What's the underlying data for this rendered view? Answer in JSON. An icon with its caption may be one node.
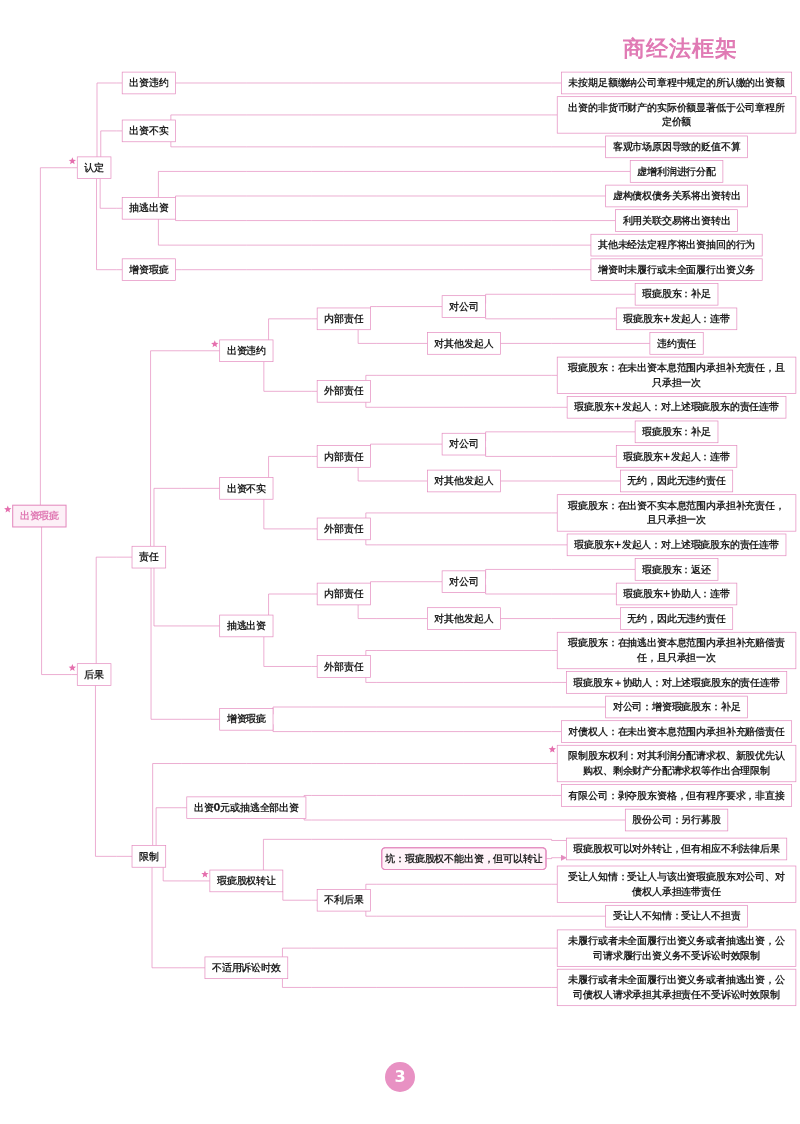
{
  "diagram": {
    "nodes": [
      {
        "text": [
          "出资瑕疵"
        ]
      },
      {
        "text": [
          "认定"
        ]
      },
      {
        "text": [
          "出资违约"
        ]
      },
      {
        "text": [
          "未按期足额缴纳公司章程中规定的所认缴的出资额"
        ]
      },
      {
        "text": [
          "出资不实"
        ]
      },
      {
        "text": [
          "出资的非货币财产的实际价额显著低于公司章程所定价额"
        ]
      },
      {
        "text": [
          "客观市场原因导致的贬值不算"
        ]
      },
      {
        "text": [
          "抽逃出资"
        ]
      },
      {
        "text": [
          "虚增利润进行分配"
        ]
      },
      {
        "text": [
          "虚构债权债务关系将出资转出"
        ]
      },
      {
        "text": [
          "利用关联交易将出资转出"
        ]
      },
      {
        "text": [
          "其他未经法定程序将出资抽回的行为"
        ]
      },
      {
        "text": [
          "增资瑕疵"
        ]
      },
      {
        "text": [
          "增资时未履行或未全面履行出资义务"
        ]
      },
      {
        "text": [
          "后果"
        ]
      },
      {
        "text": [
          "责任"
        ]
      },
      {
        "text": [
          "出资违约"
        ]
      },
      {
        "text": [
          "内部责任"
        ]
      },
      {
        "text": [
          "对公司"
        ]
      },
      {
        "text": [
          "瑕疵股东：补足"
        ]
      },
      {
        "text": [
          "瑕疵股东+发起人：连带"
        ]
      },
      {
        "text": [
          "对其他发起人"
        ]
      },
      {
        "text": [
          "违约责任"
        ]
      },
      {
        "text": [
          "外部责任"
        ]
      },
      {
        "text": [
          "瑕疵股东：在未出资本息范围内承担补充责任，且只承担一次"
        ]
      },
      {
        "text": [
          "瑕疵股东+发起人：对上述瑕疵股东的责任连带"
        ]
      },
      {
        "text": [
          "出资不实"
        ]
      },
      {
        "text": [
          "内部责任"
        ]
      },
      {
        "text": [
          "对公司"
        ]
      },
      {
        "text": [
          "瑕疵股东：补足"
        ]
      },
      {
        "text": [
          "瑕疵股东+发起人：连带"
        ]
      },
      {
        "text": [
          "对其他发起人"
        ]
      },
      {
        "text": [
          "无约，因此无违约责任"
        ]
      },
      {
        "text": [
          "外部责任"
        ]
      },
      {
        "text": [
          "瑕疵股东：在出资不实本息范围内承担补充责任，且只承担一次"
        ]
      },
      {
        "text": [
          "瑕疵股东+发起人：对上述瑕疵股东的责任连带"
        ]
      },
      {
        "text": [
          "抽逃出资"
        ]
      },
      {
        "text": [
          "内部责任"
        ]
      },
      {
        "text": [
          "对公司"
        ]
      },
      {
        "text": [
          "瑕疵股东：返还"
        ]
      },
      {
        "text": [
          "瑕疵股东+协助人：连带"
        ]
      },
      {
        "text": [
          "对其他发起人"
        ]
      },
      {
        "text": [
          "无约，因此无违约责任"
        ]
      },
      {
        "text": [
          "外部责任"
        ]
      },
      {
        "text": [
          "瑕疵股东：在抽逃出资本息范围内承担补充赔偿责任，且只承担一次"
        ]
      },
      {
        "text": [
          "瑕疵股东＋协助人：对上述瑕疵股东的责任连带"
        ]
      },
      {
        "text": [
          "增资瑕疵"
        ]
      },
      {
        "text": [
          "对公司：增资瑕疵股东：补足"
        ]
      },
      {
        "text": [
          "对债权人：在未出资本息范围内承担补充赔偿责任"
        ]
      },
      {
        "text": [
          "限制"
        ]
      },
      {
        "text": [
          "限制股东权利：对其利润分配请求权、新股优先认购权、剩余财产分配请求权等作出合理限制"
        ]
      },
      {
        "text": [
          "出资0元或抽逃全部出资"
        ]
      },
      {
        "text": [
          "有限公司：剥夺股东资格，但有程序要求，非直接"
        ]
      },
      {
        "text": [
          "股份公司：另行募股"
        ]
      },
      {
        "text": [
          "坑：瑕疵股权不能出资，但可以转让"
        ]
      },
      {
        "text": [
          "瑕疵股权转让"
        ]
      },
      {
        "text": [
          "瑕疵股权可以对外转让，但有相应不利法律后果"
        ]
      },
      {
        "text": [
          "不利后果"
        ]
      },
      {
        "text": [
          "受让人知情：受让人与该出资瑕疵股东对公司、对债权人承担连带责任"
        ]
      },
      {
        "text": [
          "受让人不知情：受让人不担责"
        ]
      },
      {
        "text": [
          "不适用诉讼时效"
        ]
      },
      {
        "text": [
          "未履行或者未全面履行出资义务或者抽逃出资，公司请求履行出资义务不受诉讼时效限制"
        ]
      },
      {
        "text": [
          "未履行或者未全面履行出资义务或者抽逃出资，公司债权人请求承担其承担责任不受诉讼时效限制"
        ]
      }
    ],
    "edges": [
      {
        "from": 0,
        "to": 1,
        "arrow": "none"
      },
      {
        "from": 1,
        "to": 2,
        "arrow": "none"
      },
      {
        "from": 2,
        "to": 3,
        "arrow": "none"
      },
      {
        "from": 1,
        "to": 4,
        "arrow": "none"
      },
      {
        "from": 4,
        "to": 5,
        "arrow": "none"
      },
      {
        "from": 4,
        "to": 6,
        "arrow": "none"
      },
      {
        "from": 1,
        "to": 7,
        "arrow": "none"
      },
      {
        "from": 7,
        "to": 8,
        "arrow": "none"
      },
      {
        "from": 7,
        "to": 9,
        "arrow": "none"
      },
      {
        "from": 7,
        "to": 10,
        "arrow": "none"
      },
      {
        "from": 7,
        "to": 11,
        "arrow": "none"
      },
      {
        "from": 1,
        "to": 12,
        "arrow": "none"
      },
      {
        "from": 12,
        "to": 13,
        "arrow": "none"
      },
      {
        "from": 0,
        "to": 14,
        "arrow": "none"
      },
      {
        "from": 14,
        "to": 15,
        "arrow": "none"
      },
      {
        "from": 15,
        "to": 16,
        "arrow": "none"
      },
      {
        "from": 16,
        "to": 17,
        "arrow": "none"
      },
      {
        "from": 17,
        "to": 18,
        "arrow": "none"
      },
      {
        "from": 18,
        "to": 19,
        "arrow": "none"
      },
      {
        "from": 18,
        "to": 20,
        "arrow": "none"
      },
      {
        "from": 17,
        "to": 21,
        "arrow": "none"
      },
      {
        "from": 21,
        "to": 22,
        "arrow": "none"
      },
      {
        "from": 16,
        "to": 23,
        "arrow": "none"
      },
      {
        "from": 23,
        "to": 24,
        "arrow": "none"
      },
      {
        "from": 23,
        "to": 25,
        "arrow": "none"
      },
      {
        "from": 15,
        "to": 26,
        "arrow": "none"
      },
      {
        "from": 26,
        "to": 27,
        "arrow": "none"
      },
      {
        "from": 27,
        "to": 28,
        "arrow": "none"
      },
      {
        "from": 28,
        "to": 29,
        "arrow": "none"
      },
      {
        "from": 28,
        "to": 30,
        "arrow": "none"
      },
      {
        "from": 27,
        "to": 31,
        "arrow": "none"
      },
      {
        "from": 31,
        "to": 32,
        "arrow": "none"
      },
      {
        "from": 26,
        "to": 33,
        "arrow": "none"
      },
      {
        "from": 33,
        "to": 34,
        "arrow": "none"
      },
      {
        "from": 33,
        "to": 35,
        "arrow": "none"
      },
      {
        "from": 15,
        "to": 36,
        "arrow": "none"
      },
      {
        "from": 36,
        "to": 37,
        "arrow": "none"
      },
      {
        "from": 37,
        "to": 38,
        "arrow": "none"
      },
      {
        "from": 38,
        "to": 39,
        "arrow": "none"
      },
      {
        "from": 38,
        "to": 40,
        "arrow": "none"
      },
      {
        "from": 37,
        "to": 41,
        "arrow": "none"
      },
      {
        "from": 41,
        "to": 42,
        "arrow": "none"
      },
      {
        "from": 36,
        "to": 43,
        "arrow": "none"
      },
      {
        "from": 43,
        "to": 44,
        "arrow": "none"
      },
      {
        "from": 43,
        "to": 45,
        "arrow": "none"
      },
      {
        "from": 15,
        "to": 46,
        "arrow": "none"
      },
      {
        "from": 46,
        "to": 47,
        "arrow": "none"
      },
      {
        "from": 46,
        "to": 48,
        "arrow": "none"
      },
      {
        "from": 14,
        "to": 49,
        "arrow": "none"
      },
      {
        "from": 49,
        "to": 50,
        "arrow": "none"
      },
      {
        "from": 49,
        "to": 51,
        "arrow": "none"
      },
      {
        "from": 51,
        "to": 52,
        "arrow": "none"
      },
      {
        "from": 51,
        "to": 53,
        "arrow": "none"
      },
      {
        "from": 49,
        "to": 55,
        "arrow": "none"
      },
      {
        "from": 55,
        "to": 56,
        "arrow": "none"
      },
      {
        "from": 54,
        "to": 56,
        "arrow": "to"
      },
      {
        "from": 55,
        "to": 57,
        "arrow": "none"
      },
      {
        "from": 57,
        "to": 58,
        "arrow": "none"
      },
      {
        "from": 57,
        "to": 59,
        "arrow": "none"
      },
      {
        "from": 49,
        "to": 60,
        "arrow": "none"
      },
      {
        "from": 60,
        "to": 61,
        "arrow": "none"
      },
      {
        "from": 60,
        "to": 62,
        "arrow": "none"
      }
    ],
    "labels": [
      "商经法框架",
      "3"
    ]
  }
}
